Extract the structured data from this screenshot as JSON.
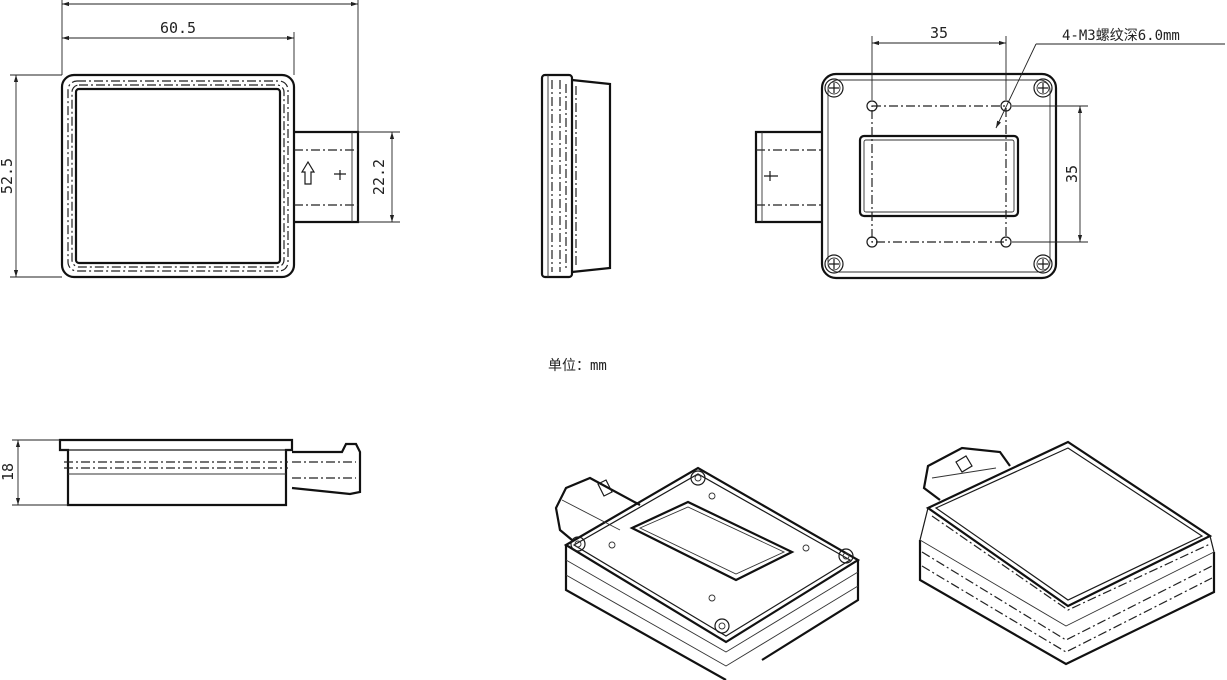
{
  "dimensions": {
    "top_overall": "",
    "top_width": "60.5",
    "top_height": "52.5",
    "connector_height": "22.2",
    "hole_spacing_x": "35",
    "hole_spacing_y": "35",
    "side_height": "18"
  },
  "annotations": {
    "screw_note": "4-M3螺纹深6.0mm",
    "unit_label": "单位：mm"
  },
  "colors": {
    "line": "#1a1a1a",
    "background": "#ffffff"
  }
}
